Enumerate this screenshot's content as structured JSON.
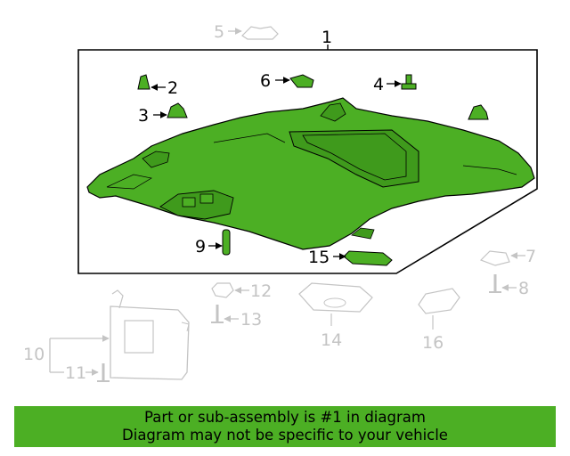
{
  "callouts": {
    "c1": "1",
    "c2": "2",
    "c3": "3",
    "c4": "4",
    "c5": "5",
    "c6": "6",
    "c7": "7",
    "c8": "8",
    "c9": "9",
    "c10": "10",
    "c11": "11",
    "c12": "12",
    "c13": "13",
    "c14": "14",
    "c15": "15",
    "c16": "16"
  },
  "highlighted_part": "1",
  "colors": {
    "highlight_fill": "#4caf24",
    "dark_line": "#000000",
    "grey_line": "#c4c4c4"
  },
  "banner": {
    "line1": "Part or sub-assembly is #1 in diagram",
    "line2": "Diagram may not be specific to your vehicle"
  }
}
